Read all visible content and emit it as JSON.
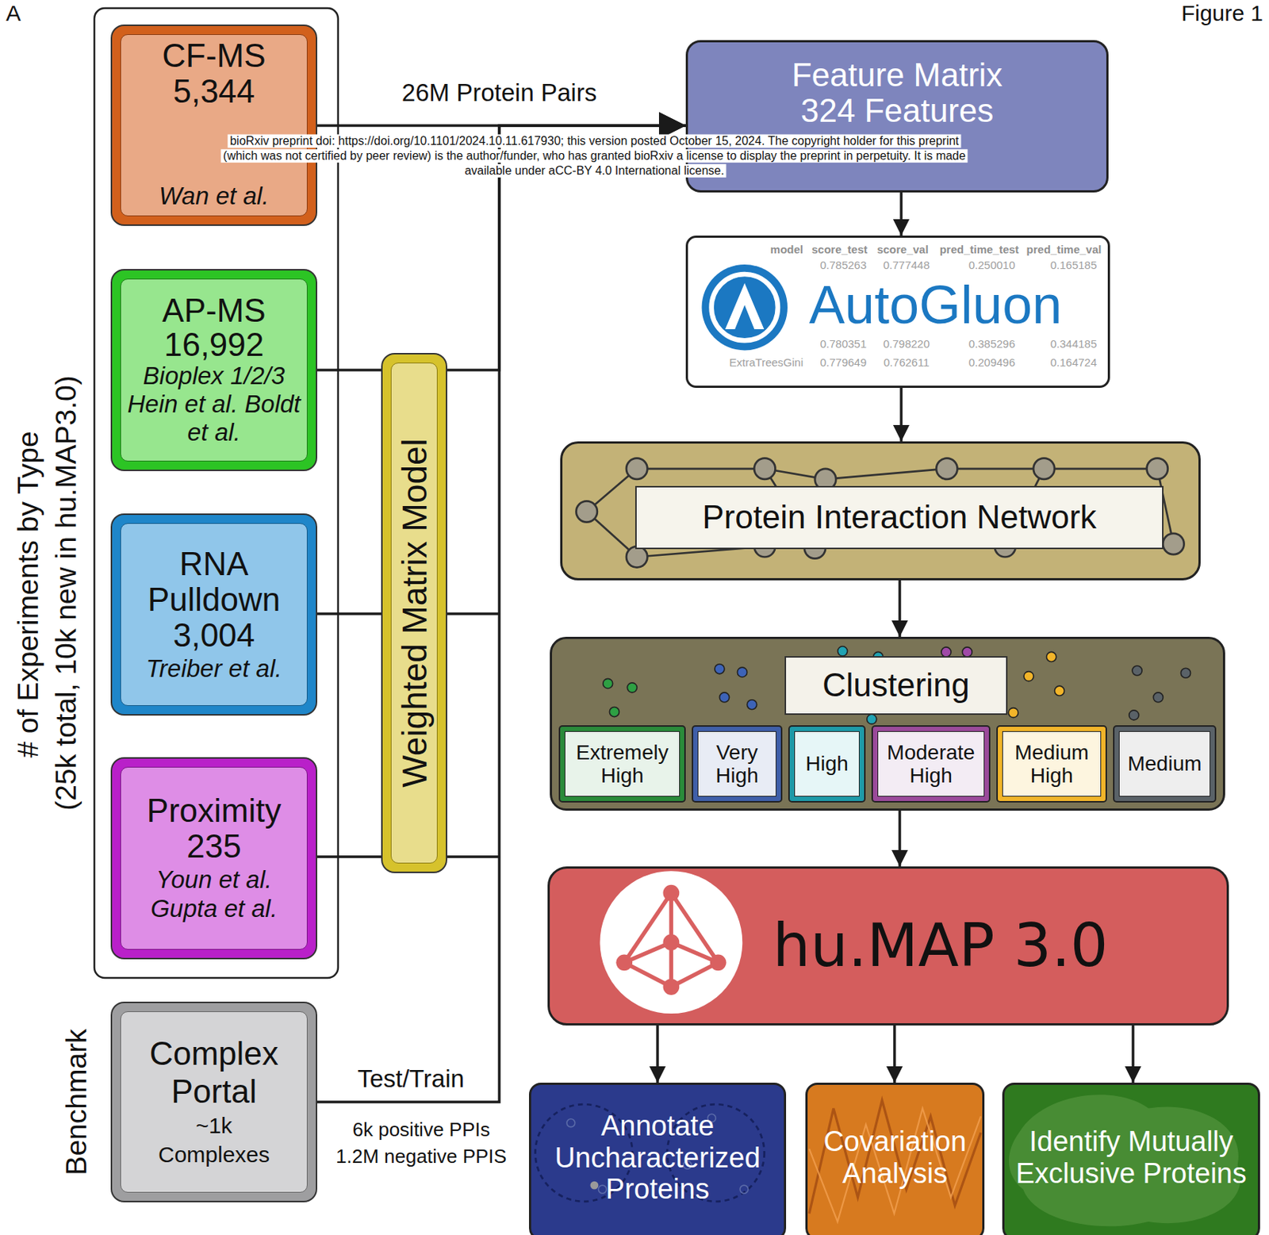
{
  "diagram": {
    "nodes": [
      {
        "text": [
          "CF-MS",
          "5,344",
          "Wan et al."
        ]
      },
      {
        "text": [
          "AP-MS",
          "16,992",
          "Bioplex 1/2/3 Hein et al. Boldt et al."
        ]
      },
      {
        "text": [
          "RNA Pulldown",
          "3,004",
          "Treiber et al."
        ]
      },
      {
        "text": [
          "Proximity",
          "235",
          "Youn et al. Gupta et al."
        ]
      },
      {
        "text": [
          "Complex Portal",
          "~1k Complexes"
        ]
      },
      {
        "text": [
          "Weighted Matrix Model"
        ]
      },
      {
        "text": [
          "Feature Matrix",
          "324 Features"
        ]
      },
      {
        "text": [
          "AutoGluon"
        ]
      },
      {
        "text": [
          "Protein Interaction Network"
        ]
      },
      {
        "text": [
          "Clustering"
        ]
      },
      {
        "text": [
          "Extremely High"
        ],
        "in": 9
      },
      {
        "text": [
          "Very High"
        ],
        "in": 9
      },
      {
        "text": [
          "High"
        ],
        "in": 9
      },
      {
        "text": [
          "Moderate High"
        ],
        "in": 9
      },
      {
        "text": [
          "Medium High"
        ],
        "in": 9
      },
      {
        "text": [
          "Medium"
        ],
        "in": 9
      },
      {
        "text": [
          "hu.MAP 3.0"
        ]
      },
      {
        "text": [
          "Annotate Uncharacterized Proteins"
        ]
      },
      {
        "text": [
          "Covariation Analysis"
        ]
      },
      {
        "text": [
          "Identify Mutually Exclusive Proteins"
        ]
      }
    ],
    "edges": [
      {
        "from": 0,
        "to": 6,
        "label": "26M Protein Pairs",
        "arrow": "to"
      },
      {
        "from": 1,
        "to": 5,
        "arrow": "none"
      },
      {
        "from": 2,
        "to": 5,
        "arrow": "none"
      },
      {
        "from": 3,
        "to": 5,
        "arrow": "none"
      },
      {
        "from": 5,
        "to": 6,
        "arrow": "to"
      },
      {
        "from": 4,
        "to": 6,
        "label": "Test/Train",
        "arrow": "to"
      },
      {
        "from": 6,
        "to": 7,
        "arrow": "to"
      },
      {
        "from": 7,
        "to": 8,
        "arrow": "to"
      },
      {
        "from": 8,
        "to": 9,
        "arrow": "to"
      },
      {
        "from": 9,
        "to": 16,
        "arrow": "to"
      },
      {
        "from": 16,
        "to": 17,
        "arrow": "to"
      },
      {
        "from": 16,
        "to": 18,
        "arrow": "to"
      },
      {
        "from": 16,
        "to": 19,
        "arrow": "to"
      }
    ],
    "labels": [
      "A",
      "Figure 1",
      "bioRxiv preprint doi: https://doi.org/10.1101/2024.10.11.617930; this version posted October 15, 2024. The copyright holder for this preprint",
      "(which was not certified by peer review) is the author/funder, who has granted bioRxiv a license to display the preprint in perpetuity. It is made",
      "available under aCC-BY 4.0 International license.",
      "# of Experiments by Type",
      "(25k total, 10k new in hu.MAP3.0)",
      "Benchmark",
      "6k positive PPIs",
      "1.2M negative PPIS",
      "model",
      "score_test",
      "score_val",
      "pred_time_test",
      "pred_time_val",
      "0.785263",
      "0.777448",
      "0.250010",
      "0.165185",
      "0.780351",
      "0.798220",
      "0.385296",
      "0.344185",
      "ExtraTreesGini",
      "0.779649",
      "0.762611",
      "0.209496",
      "0.164724"
    ]
  }
}
